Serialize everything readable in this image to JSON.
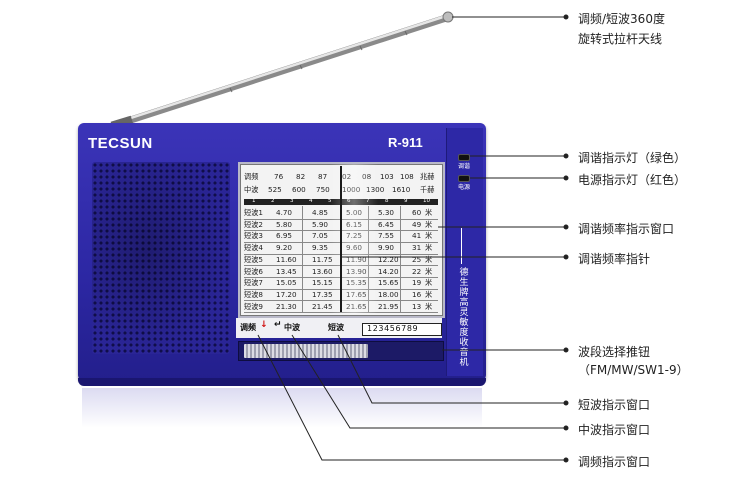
{
  "radio": {
    "brand": "TECSUN",
    "model": "R-911",
    "dial": {
      "fm_row": {
        "band": "调频",
        "ticks": [
          "76",
          "82",
          "87",
          "02",
          "08",
          "103",
          "108"
        ],
        "unit": "兆赫"
      },
      "mw_row": {
        "band": "中波",
        "ticks": [
          "525",
          "600",
          "750",
          "1000",
          "1300",
          "1610"
        ],
        "unit": "千赫"
      },
      "scale_marks": [
        "1",
        "2",
        "3",
        "4",
        "5",
        "6",
        "7",
        "8",
        "9",
        "10"
      ],
      "sw_rows": [
        {
          "band": "短波1",
          "v1": "4.70",
          "v2": "4.85",
          "v3": "5.00",
          "v4": "5.30",
          "m": "60"
        },
        {
          "band": "短波2",
          "v1": "5.80",
          "v2": "5.90",
          "v3": "6.15",
          "v4": "6.45",
          "m": "49"
        },
        {
          "band": "短波3",
          "v1": "6.95",
          "v2": "7.05",
          "v3": "7.25",
          "v4": "7.55",
          "m": "41"
        },
        {
          "band": "短波4",
          "v1": "9.20",
          "v2": "9.35",
          "v3": "9.60",
          "v4": "9.90",
          "m": "31"
        },
        {
          "band": "短波5",
          "v1": "11.60",
          "v2": "11.75",
          "v3": "11.90",
          "v4": "12.20",
          "m": "25"
        },
        {
          "band": "短波6",
          "v1": "13.45",
          "v2": "13.60",
          "v3": "13.90",
          "v4": "14.20",
          "m": "22"
        },
        {
          "band": "短波7",
          "v1": "15.05",
          "v2": "15.15",
          "v3": "15.35",
          "v4": "15.65",
          "m": "19"
        },
        {
          "band": "短波8",
          "v1": "17.20",
          "v2": "17.35",
          "v3": "17.65",
          "v4": "18.00",
          "m": "16"
        },
        {
          "band": "短波9",
          "v1": "21.30",
          "v2": "21.45",
          "v3": "21.65",
          "v4": "21.95",
          "m": "13"
        }
      ],
      "meter_unit": "米"
    },
    "band_strip": {
      "fm": "调频",
      "mw": "中波",
      "sw": "短波",
      "sw_numbers": "123456789"
    },
    "tuning_led_label": "调谐",
    "power_led_label": "电源",
    "vertical_text": "德生牌高灵敏度收音机"
  },
  "annotations": {
    "antenna": {
      "line1": "调频/短波360度",
      "line2": "旋转式拉杆天线"
    },
    "tuning_led": "调谐指示灯（绿色）",
    "power_led": "电源指示灯（红色）",
    "dial_window": "调谐频率指示窗口",
    "pointer": "调谐频率指针",
    "band_slider": {
      "line1": "波段选择推钮",
      "line2": "（FM/MW/SW1-9）"
    },
    "sw_window": "短波指示窗口",
    "mw_window": "中波指示窗口",
    "fm_window": "调频指示窗口"
  },
  "colors": {
    "body": "#2c27a3",
    "panel": "#f3f3f3",
    "callout_line": "#222222"
  }
}
